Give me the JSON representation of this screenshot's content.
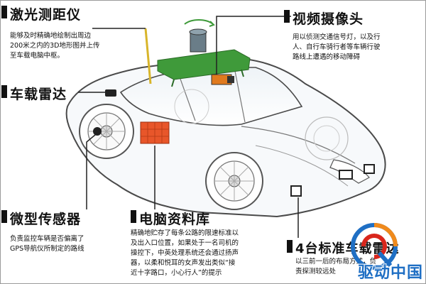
{
  "callouts": {
    "lidar": {
      "title": "激光测距仪",
      "lines": [
        "能够及时精确地绘制出周边",
        "200米之内的3D地形图并上传",
        "至车载电脑中枢。"
      ]
    },
    "camera": {
      "title": "视频摄像头",
      "lines": [
        "用以侦测交通信号灯，以及行",
        "人、自行车骑行者等车辆行驶",
        "路线上遭遇的移动障碍"
      ]
    },
    "radar": {
      "title": "车载雷达"
    },
    "sensor": {
      "title": "微型传感器",
      "lines": [
        "负责监控车辆是否偏离了",
        "GPS导航仪所制定的路线"
      ]
    },
    "computer": {
      "title": "电脑资料库",
      "lines": [
        "精确地贮存了每条公路的限速标准以",
        "及出入口位置，如果处于一名司机的",
        "操控下，中英处理系统还会通过扬声",
        "器，以柔和悦耳的女声发出类似“接",
        "近十字路口，小心行人”的提示"
      ]
    },
    "radars4": {
      "title": "4台标准车载雷达",
      "lines": [
        "以三前一后的布局方式，负",
        "责探测较远处"
      ]
    }
  },
  "watermark": "驱动中国",
  "colors": {
    "lidar_mount": "#3f9a3a",
    "computer_box": "#e8562a",
    "antenna": "#d8b52a",
    "car_outline": "#555555",
    "logo_blue": "#1f6fc4",
    "logo_orange": "#f08a1c",
    "logo_red": "#d9261c"
  }
}
